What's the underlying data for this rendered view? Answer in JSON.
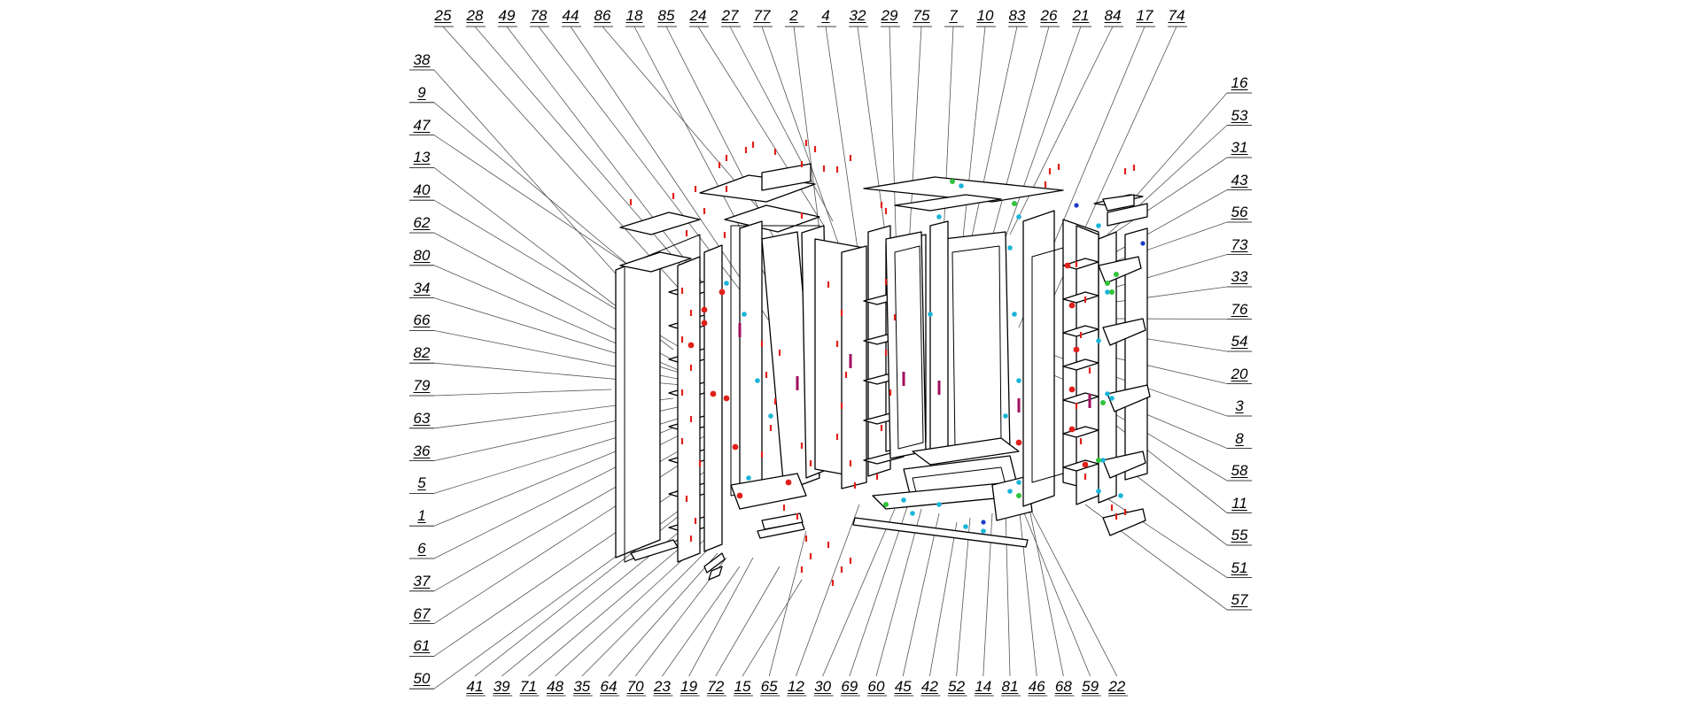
{
  "labels": {
    "top": [
      "25",
      "28",
      "49",
      "78",
      "44",
      "86",
      "18",
      "85",
      "24",
      "27",
      "77",
      "2",
      "4",
      "32",
      "29",
      "75",
      "7",
      "10",
      "83",
      "26",
      "21",
      "84",
      "17",
      "74"
    ],
    "left": [
      "38",
      "9",
      "47",
      "13",
      "40",
      "62",
      "80",
      "34",
      "66",
      "82",
      "79",
      "63",
      "36",
      "5",
      "1",
      "6",
      "37",
      "67",
      "61",
      "50"
    ],
    "right": [
      "16",
      "53",
      "31",
      "43",
      "56",
      "73",
      "33",
      "76",
      "54",
      "20",
      "3",
      "8",
      "58",
      "11",
      "55",
      "51",
      "57"
    ],
    "bottom": [
      "41",
      "39",
      "71",
      "48",
      "35",
      "64",
      "70",
      "23",
      "19",
      "72",
      "15",
      "65",
      "12",
      "30",
      "69",
      "60",
      "45",
      "42",
      "52",
      "14",
      "81",
      "46",
      "68",
      "59",
      "22"
    ]
  },
  "colors": {
    "line": "#000000",
    "leader": "#555555",
    "hardware_red": "#e0201a",
    "hardware_cyan": "#19b4d8",
    "hardware_green": "#2fc43a",
    "hardware_blue": "#1c3cc8",
    "handle_purple": "#a01060",
    "panel_fill": "#ffffff"
  }
}
